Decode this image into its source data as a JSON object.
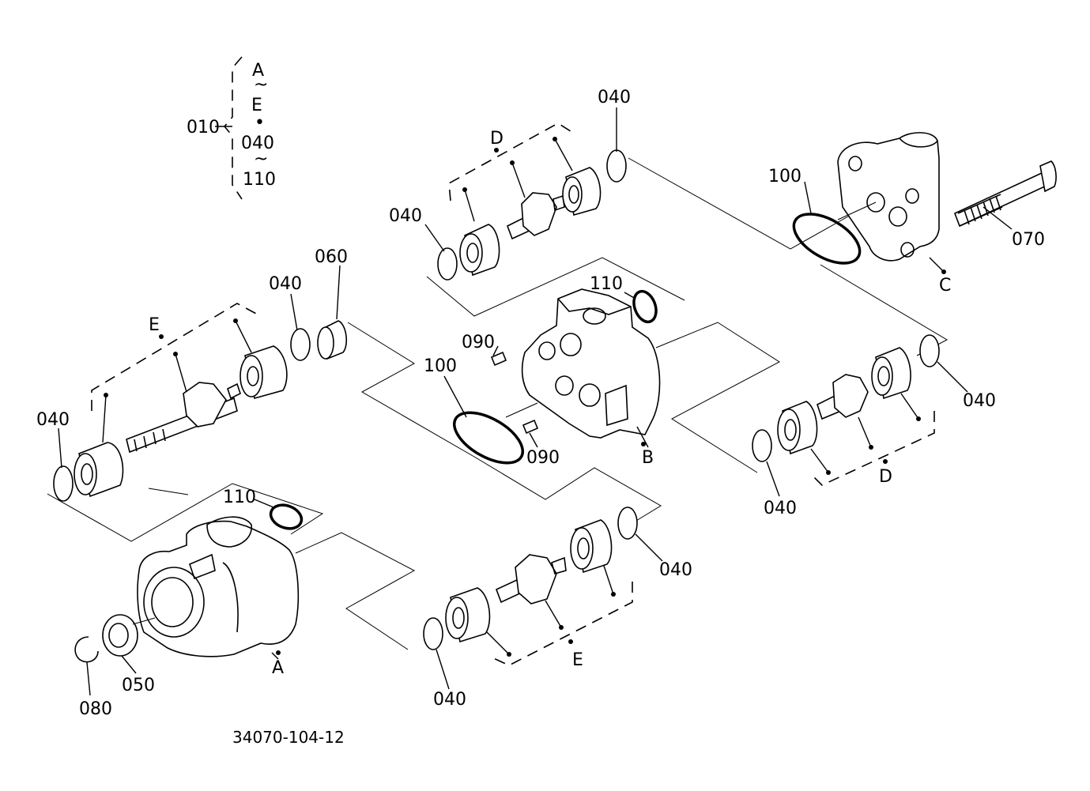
{
  "assembly": {
    "ref": "010",
    "bracket_lines": [
      "A",
      "~",
      "E",
      "•",
      "040",
      "~",
      "110"
    ]
  },
  "labels": {
    "l040_top": "040",
    "l040_d_left": "040",
    "l040_e_left": "040",
    "l040_e_mid": "040",
    "l040_right": "040",
    "l040_right_low": "040",
    "l040_lower_right": "040",
    "l040_bottom": "040",
    "l060": "060",
    "l070": "070",
    "l080": "080",
    "l050": "050",
    "l090_top": "090",
    "l090_low": "090",
    "l100_top": "100",
    "l100_mid": "100",
    "l110_top": "110",
    "l110_low": "110",
    "group_d_top": "D",
    "group_d_right": "D",
    "group_e_left": "E",
    "group_e_bottom": "E",
    "part_a": "A",
    "part_b": "B",
    "part_c": "C"
  },
  "figure_number": "34070-104-12"
}
